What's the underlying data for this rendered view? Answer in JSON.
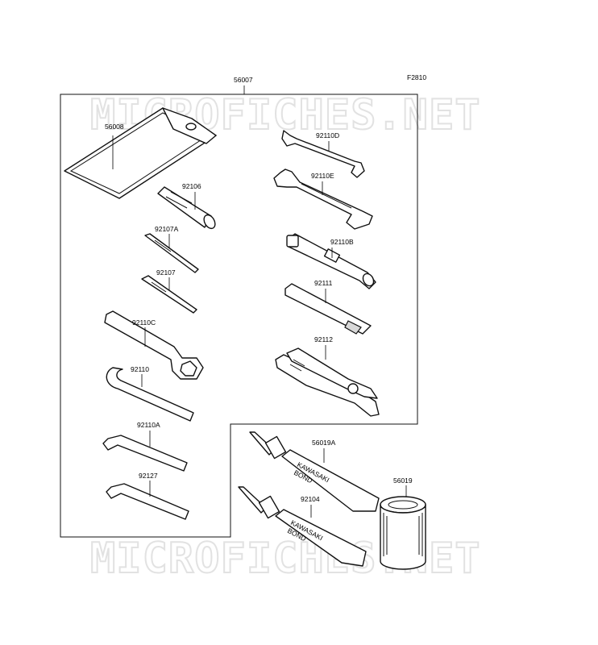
{
  "figure_code": "F2810",
  "watermark": "MICROFICHES.NET",
  "parts": {
    "toolkit": "56007",
    "case": "56008",
    "spanner_d": "92110D",
    "spanner_e": "92110E",
    "handle_92106": "92106",
    "box_wrench_b": "92110B",
    "screwdriver_a": "92107A",
    "screwdriver": "92107",
    "extension_bar": "92111",
    "ring_wrench_c": "92110C",
    "pliers": "92112",
    "hook_wrench": "92110",
    "hex_key_a": "92110A",
    "hex_key": "92127",
    "bond_tube_a": "56019A",
    "bond_tube": "92104",
    "bond_can": "56019"
  },
  "tube_text": {
    "brand": "KAWASAKI",
    "product": "BOND"
  }
}
